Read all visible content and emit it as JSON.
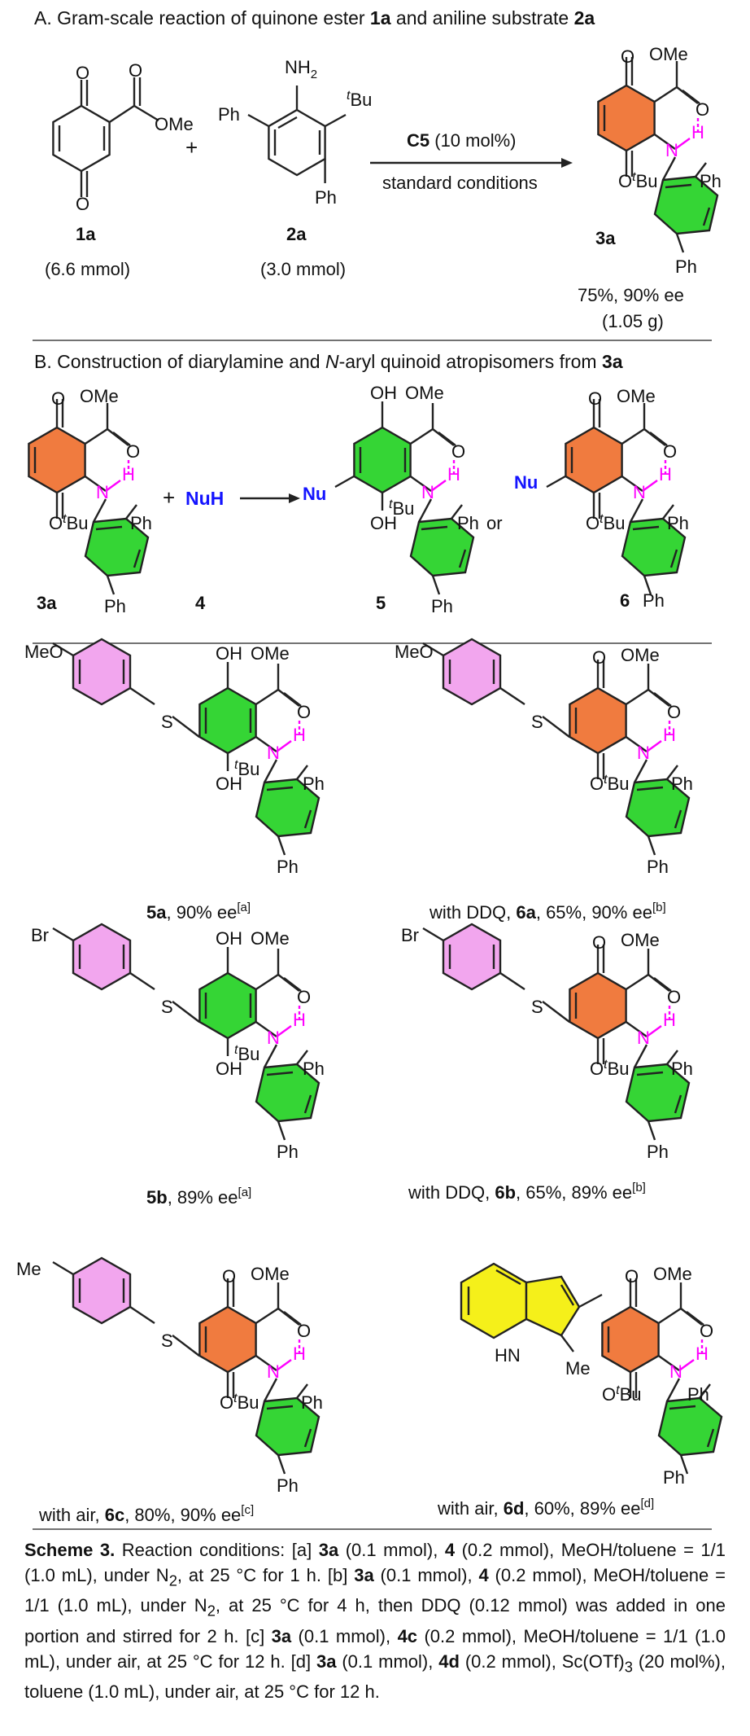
{
  "colors": {
    "orange": "#f07b3f",
    "green": "#35d535",
    "pink": "#f2a6ee",
    "yellow": "#f5f01a",
    "magenta": "#ff00ff",
    "blue": "#1414ff"
  },
  "sectionA": {
    "title_prefix": "A. Gram-scale reaction of quinone ester ",
    "title_c1": "1a",
    "title_mid": " and aniline substrate ",
    "title_c2": "2a",
    "cmpd1": {
      "label": "1a",
      "amount": "(6.6 mmol)"
    },
    "cmpd2": {
      "label": "2a",
      "amount": "(3.0 mmol)"
    },
    "catalyst": "C5",
    "cat_load": " (10 mol%)",
    "conditions": "standard conditions",
    "product": {
      "label": "3a",
      "yield": "75%, 90% ee",
      "mass": "(1.05 g)"
    }
  },
  "sectionB": {
    "title_prefix": "B. Construction of diarylamine and ",
    "title_italic": "N",
    "title_mid": "-aryl quinoid atropisomers from ",
    "title_c": "3a",
    "nucleophile": "NuH",
    "nu": "Nu",
    "or": "or",
    "labels": {
      "l3a": "3a",
      "l4": "4",
      "l5": "5",
      "l6": "6"
    }
  },
  "atoms": {
    "O": "O",
    "OMe": "OMe",
    "OH": "OH",
    "N": "N",
    "H": "H",
    "NH2": "NH",
    "two": "2",
    "Ph": "Ph",
    "tBu_t": "t",
    "tBu": "Bu",
    "plus": "+",
    "S": "S",
    "MeO": "MeO",
    "Br": "Br",
    "Me": "Me",
    "HN": "HN"
  },
  "products": {
    "p5a": {
      "label": "5a",
      "text": ", 90% ee",
      "note": "[a]"
    },
    "p6a": {
      "prefix": "with DDQ, ",
      "label": "6a",
      "text": ", 65%, 90% ee",
      "note": "[b]"
    },
    "p5b": {
      "label": "5b",
      "text": ", 89% ee",
      "note": "[a]"
    },
    "p6b": {
      "prefix": "with DDQ, ",
      "label": "6b",
      "text": ", 65%, 89% ee",
      "note": "[b]"
    },
    "p6c": {
      "prefix": "with air, ",
      "label": "6c",
      "text": ", 80%, 90% ee",
      "note": "[c]"
    },
    "p6d": {
      "prefix": "with air, ",
      "label": "6d",
      "text": ", 60%, 89% ee",
      "note": "[d]"
    }
  },
  "caption": {
    "s1": "Scheme 3.",
    "s2": " Reaction conditions: [a] ",
    "c3a": "3a",
    "s3": " (0.1 mmol), ",
    "c4": "4",
    "s4": " (0.2 mmol), MeOH/toluene = 1/1 (1.0 mL), under N",
    "sub2": "2",
    "s5": ", at 25 °C for 1 h. [b] ",
    "s6": " (0.1 mmol), ",
    "s7": " (0.2 mmol), MeOH/toluene = 1/1 (1.0 mL), under N",
    "s8": ", at 25 °C for 4 h, then DDQ (0.12 mmol) was added in one portion and stirred for 2 h. [c] ",
    "s9": " (0.1 mmol), ",
    "c4c": "4c",
    "s10": " (0.2 mmol), MeOH/toluene = 1/1 (1.0 mL), under air, at 25 °C for 12 h. [d] ",
    "s11": " (0.1 mmol), ",
    "c4d": "4d",
    "s12": " (0.2 mmol), Sc(OTf)",
    "sub3": "3",
    "s13": " (20 mol%), toluene (1.0 mL), under air, at 25 °C for 12 h."
  }
}
